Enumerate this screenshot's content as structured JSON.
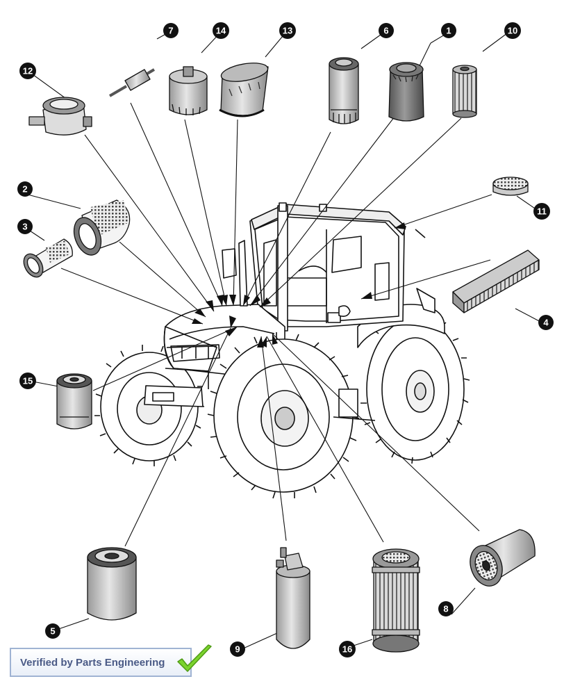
{
  "badge": {
    "text": "Verified by Parts Engineering",
    "border_color": "#9fb3d3",
    "text_color": "#4a5a86",
    "check_color": "#7bd32e",
    "icon": "check-icon"
  },
  "callouts": [
    {
      "id": "1",
      "label": "1"
    },
    {
      "id": "2",
      "label": "2"
    },
    {
      "id": "3",
      "label": "3"
    },
    {
      "id": "4",
      "label": "4"
    },
    {
      "id": "5",
      "label": "5"
    },
    {
      "id": "6",
      "label": "6"
    },
    {
      "id": "7",
      "label": "7"
    },
    {
      "id": "8",
      "label": "8"
    },
    {
      "id": "9",
      "label": "9"
    },
    {
      "id": "10",
      "label": "10"
    },
    {
      "id": "11",
      "label": "11"
    },
    {
      "id": "12",
      "label": "12"
    },
    {
      "id": "13",
      "label": "13"
    },
    {
      "id": "14",
      "label": "14"
    },
    {
      "id": "15",
      "label": "15"
    },
    {
      "id": "16",
      "label": "16"
    }
  ]
}
